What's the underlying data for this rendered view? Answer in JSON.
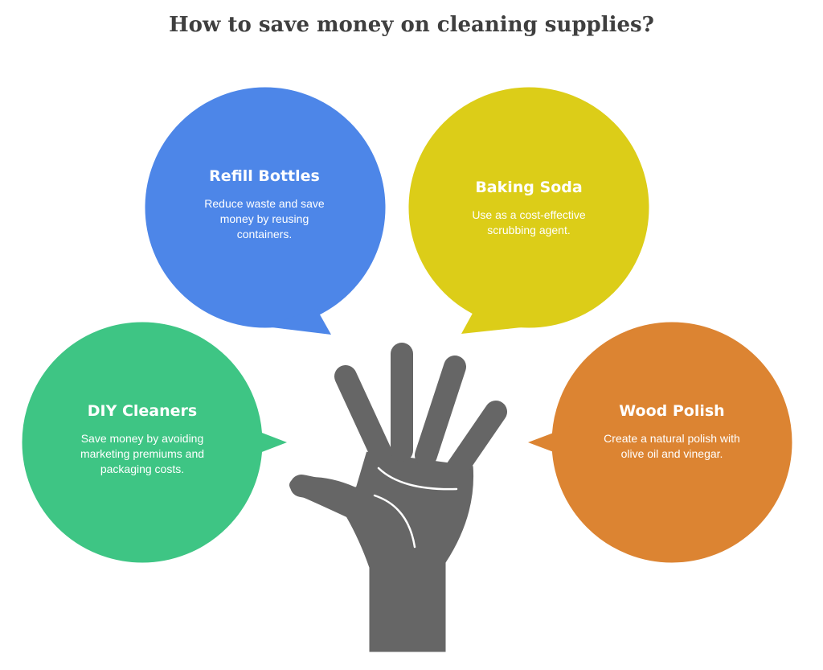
{
  "title": "How to save money on cleaning supplies?",
  "colors": {
    "refill": "#4d86e8",
    "baking": "#dccd18",
    "diy": "#3ec584",
    "wood": "#dc8432",
    "hand": "#666666"
  },
  "icons": {
    "center": "hand-icon"
  },
  "tips": {
    "refill": {
      "title": "Refill Bottles",
      "desc": "Reduce waste and save money by reusing containers."
    },
    "baking": {
      "title": "Baking Soda",
      "desc": "Use as a cost-effective scrubbing agent."
    },
    "diy": {
      "title": "DIY Cleaners",
      "desc": "Save money by avoiding marketing premiums and packaging costs."
    },
    "wood": {
      "title": "Wood Polish",
      "desc": "Create a natural polish with olive oil and vinegar."
    }
  }
}
